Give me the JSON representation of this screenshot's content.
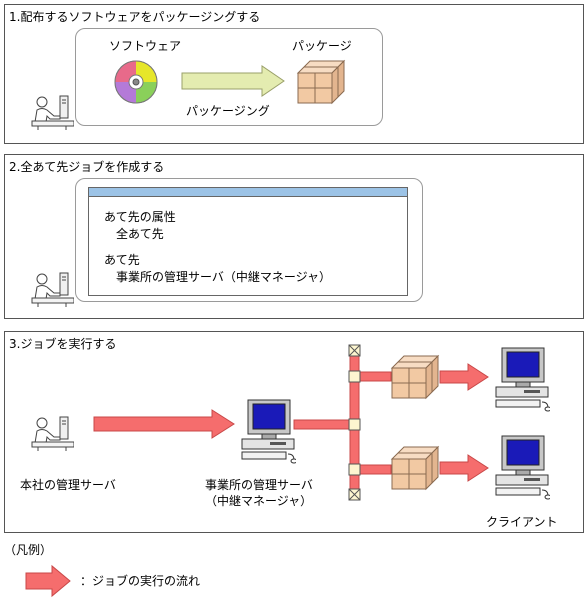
{
  "panel1": {
    "title": "1.配布するソフトウェアをパッケージングする",
    "software_label": "ソフトウェア",
    "package_label": "パッケージ",
    "arrow_label": "パッケージング"
  },
  "panel2": {
    "title": "2.全あて先ジョブを作成する",
    "attr_label": "あて先の属性",
    "attr_value": "全あて先",
    "dest_label": "あて先",
    "dest_value": "事業所の管理サーバ（中継マネージャ）"
  },
  "panel3": {
    "title": "3.ジョブを実行する",
    "hq_label": "本社の管理サーバ",
    "office_label_1": "事業所の管理サーバ",
    "office_label_2": "（中継マネージャ）",
    "client_label": "クライアント"
  },
  "legend": {
    "heading": "（凡例）",
    "arrow_desc": "：ジョブの実行の流れ"
  },
  "colors": {
    "flow_arrow": "#f56d6d",
    "package_arrow": "#e4ecb0",
    "window_titlebar": "#9cc3e6",
    "box": "#f2c9a3"
  }
}
